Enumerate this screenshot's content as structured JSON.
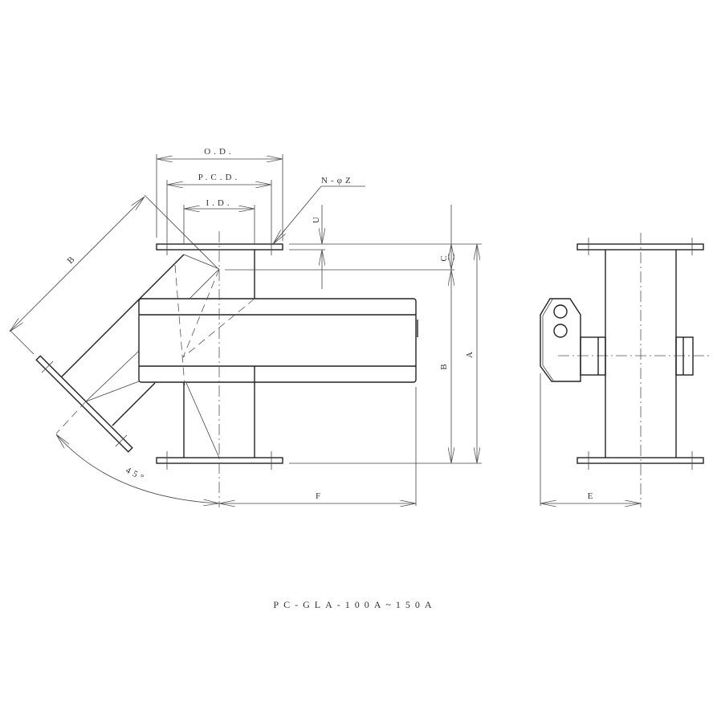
{
  "drawing": {
    "title": "PC-GLA-100A~150A",
    "dimensions": {
      "od": "O.D.",
      "pcd": "P.C.D.",
      "id": "I.D.",
      "holes": "N-φZ",
      "u": "U",
      "c": "C",
      "b_vertical": "B",
      "a": "A",
      "b_inclined": "B",
      "f": "F",
      "e": "E",
      "angle": "45°"
    }
  }
}
